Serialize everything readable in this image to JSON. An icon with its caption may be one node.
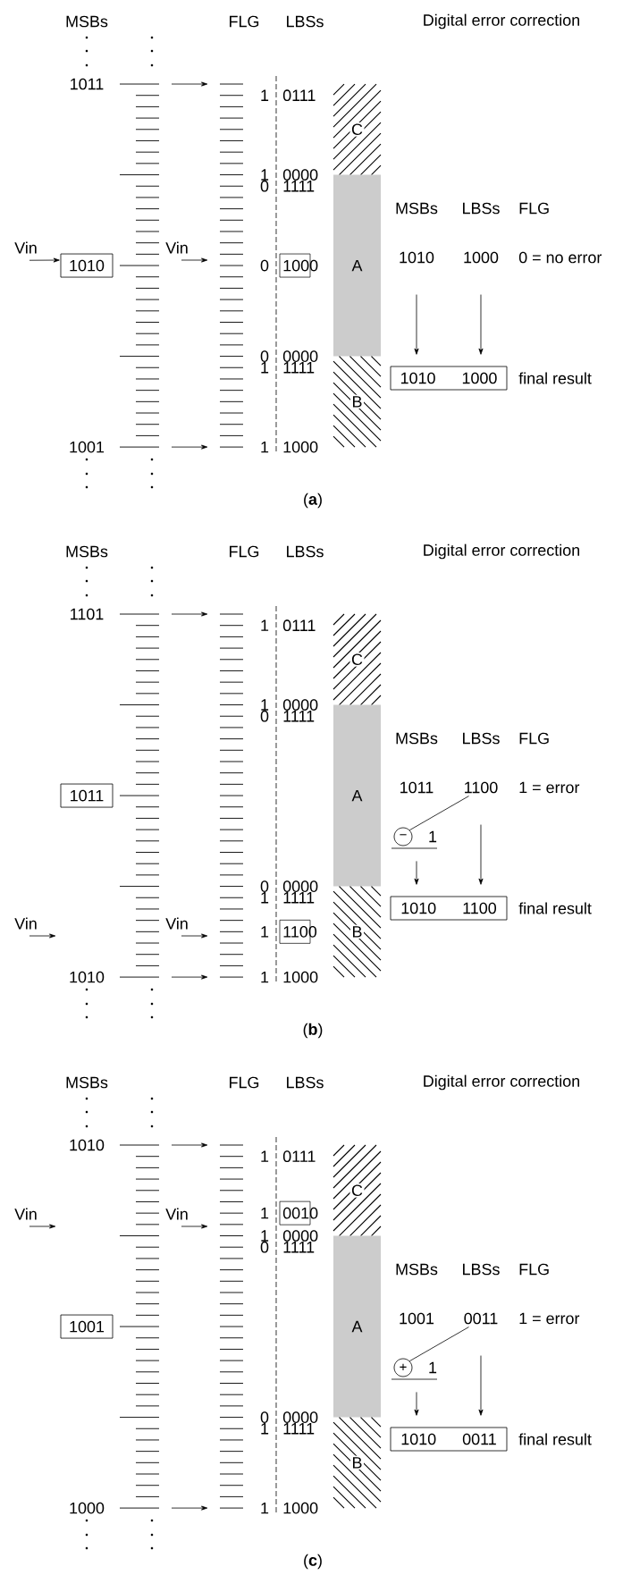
{
  "diagram": {
    "nodes": [
      {
        "text": [
          "C"
        ]
      },
      {
        "text": [
          "A"
        ]
      },
      {
        "text": [
          "B"
        ]
      },
      {
        "text": [
          "1010"
        ]
      },
      {
        "text": [
          "1000"
        ]
      },
      {
        "text": [
          "1010"
        ]
      },
      {
        "text": [
          "1000"
        ]
      },
      {
        "text": [
          "1010",
          "1000"
        ],
        "beside": [
          "final result"
        ]
      },
      {
        "text": [
          "C"
        ]
      },
      {
        "text": [
          "A"
        ]
      },
      {
        "text": [
          "B"
        ]
      },
      {
        "text": [
          "1011"
        ]
      },
      {
        "text": [
          "1100"
        ]
      },
      {
        "text": [
          "1011"
        ]
      },
      {
        "text": [
          "1100"
        ]
      },
      {
        "text": [
          "−"
        ]
      },
      {
        "text": [
          "1010",
          "1100"
        ],
        "beside": [
          "final result"
        ]
      },
      {
        "text": [
          "C"
        ]
      },
      {
        "text": [
          "A"
        ]
      },
      {
        "text": [
          "B"
        ]
      },
      {
        "text": [
          "1001"
        ]
      },
      {
        "text": [
          "0010"
        ]
      },
      {
        "text": [
          "1001"
        ]
      },
      {
        "text": [
          "0011"
        ]
      },
      {
        "text": [
          "+"
        ]
      },
      {
        "text": [
          "1010",
          "0011"
        ],
        "beside": [
          "final result"
        ]
      },
      {
        "text": [
          "Vin"
        ]
      }
    ],
    "edges": [
      {
        "from": 26,
        "to": 3,
        "arrow": "to"
      },
      {
        "from": 5,
        "to": 7,
        "arrow": "to"
      },
      {
        "from": 6,
        "to": 7,
        "arrow": "to"
      },
      {
        "from": 14,
        "to": 15,
        "arrow": "none"
      },
      {
        "from": 15,
        "to": 16,
        "arrow": "to"
      },
      {
        "from": 14,
        "to": 16,
        "arrow": "to"
      },
      {
        "from": 23,
        "to": 24,
        "arrow": "none"
      },
      {
        "from": 24,
        "to": 25,
        "arrow": "to"
      },
      {
        "from": 23,
        "to": 25,
        "arrow": "to"
      }
    ],
    "labels": [
      "MSBs",
      "FLG",
      "LBSs",
      "Digital error correction",
      "1011",
      "1",
      "0111",
      "1",
      "0000",
      "0",
      "1111",
      "Vin",
      "0",
      "0",
      "0000",
      "1",
      "1111",
      "1001",
      "1",
      "1000",
      "MSBs",
      "LBSs",
      "FLG",
      "0 = no error",
      "(**a**)",
      "MSBs",
      "FLG",
      "LBSs",
      "Digital error correction",
      "1101",
      "1",
      "0111",
      "1",
      "0000",
      "0",
      "1111",
      "0",
      "0000",
      "1",
      "1111",
      "Vin",
      "Vin",
      "1",
      "1010",
      "1",
      "1000",
      "MSBs",
      "LBSs",
      "FLG",
      "1 = error",
      "1",
      "(**b**)",
      "MSBs",
      "FLG",
      "LBSs",
      "Digital error correction",
      "1010",
      "1",
      "0111",
      "Vin",
      "Vin",
      "1",
      "1",
      "0000",
      "0",
      "1111",
      "0",
      "0000",
      "1",
      "1111",
      "1000",
      "1",
      "1000",
      "MSBs",
      "LBSs",
      "FLG",
      "1 = error",
      "1",
      "(**c**)"
    ]
  }
}
